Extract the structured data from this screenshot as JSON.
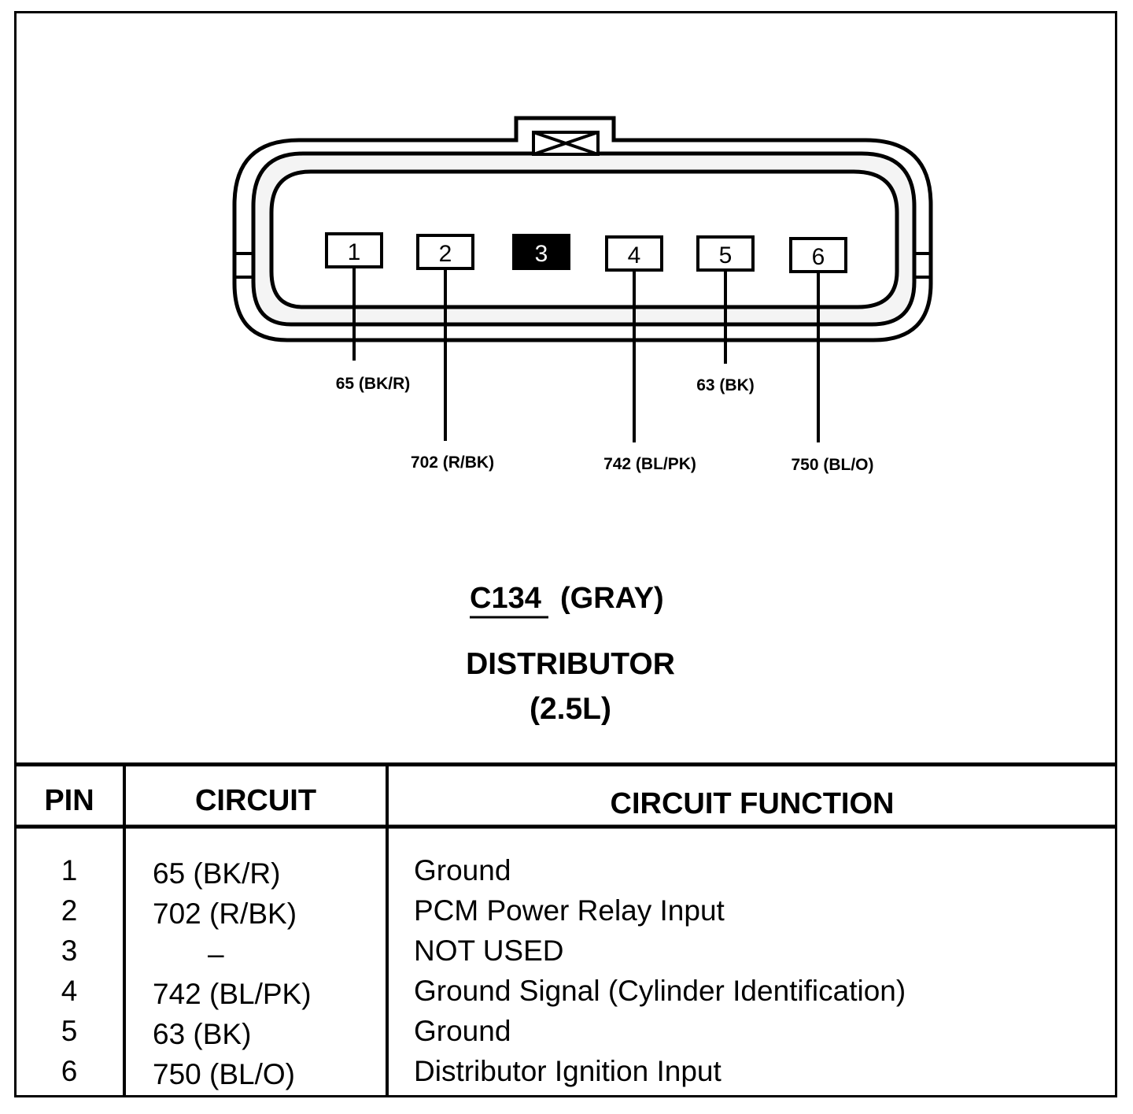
{
  "connector": {
    "pins": [
      {
        "number": "1",
        "wire": "65 (BK/R)",
        "used": true
      },
      {
        "number": "2",
        "wire": "702 (R/BK)",
        "used": true
      },
      {
        "number": "3",
        "wire": "",
        "used": false
      },
      {
        "number": "4",
        "wire": "742 (BL/PK)",
        "used": true
      },
      {
        "number": "5",
        "wire": "63 (BK)",
        "used": true
      },
      {
        "number": "6",
        "wire": "750 (BL/O)",
        "used": true
      }
    ]
  },
  "title": {
    "connector_id": "C134",
    "color": "(GRAY)",
    "component": "DISTRIBUTOR",
    "engine": "(2.5L)"
  },
  "table": {
    "headers": {
      "pin": "PIN",
      "circuit": "CIRCUIT",
      "function": "CIRCUIT FUNCTION"
    },
    "rows": [
      {
        "pin": "1",
        "circuit": "65 (BK/R)",
        "function": "Ground"
      },
      {
        "pin": "2",
        "circuit": "702 (R/BK)",
        "function": "PCM Power Relay Input"
      },
      {
        "pin": "3",
        "circuit": "–",
        "function": "NOT USED"
      },
      {
        "pin": "4",
        "circuit": "742 (BL/PK)",
        "function": "Ground Signal (Cylinder Identification)"
      },
      {
        "pin": "5",
        "circuit": "63 (BK)",
        "function": "Ground"
      },
      {
        "pin": "6",
        "circuit": "750 (BL/O)",
        "function": "Distributor Ignition Input"
      }
    ]
  }
}
